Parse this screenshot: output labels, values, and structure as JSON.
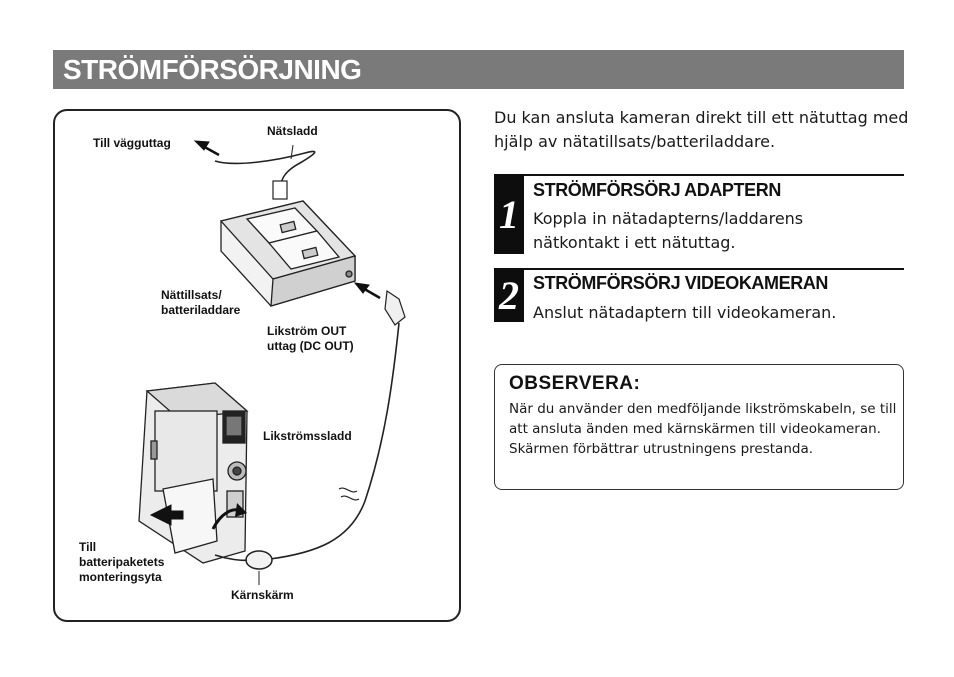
{
  "header": {
    "title": "STRÖMFÖRSÖRJNING"
  },
  "figure": {
    "labels": {
      "wall_outlet": "Till vägguttag",
      "power_cord": "Nätsladd",
      "adapter": "Nättillsats/\nbatteriladdare",
      "dc_out": "Likström OUT\nuttag (DC OUT)",
      "dc_cord": "Likströmssladd",
      "battery_mount": "Till\nbatteripaketets\nmonteringsyta",
      "core_filter": "Kärnskärm"
    }
  },
  "intro": "Du kan ansluta kameran direkt till ett nätuttag med hjälp av nätatillsats/batteriladdare.",
  "steps": [
    {
      "number": "1",
      "title": "STRÖMFÖRSÖRJ ADAPTERN",
      "text": "Koppla in nätadapterns/laddarens nätkontakt i ett nätuttag."
    },
    {
      "number": "2",
      "title": "STRÖMFÖRSÖRJ VIDEOKAMERAN",
      "text": "Anslut nätadaptern till videokameran."
    }
  ],
  "note": {
    "title": "OBSERVERA:",
    "text": "När du använder den medföljande likströmskabeln, se till att ansluta änden med kärnskärmen  till videokameran. Skärmen förbättrar utrustningens prestanda."
  }
}
